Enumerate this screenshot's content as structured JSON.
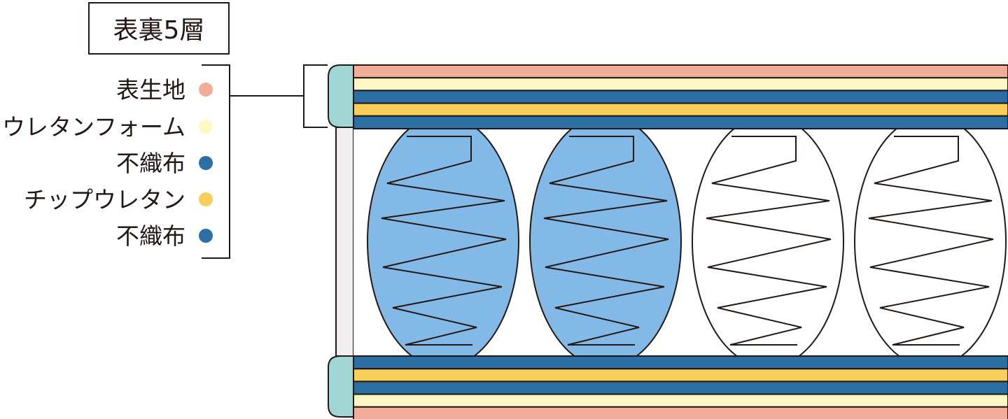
{
  "title": "表裏5層",
  "legend": [
    {
      "label": "表生地",
      "color": "#f2ad98"
    },
    {
      "label": "ウレタンフォーム",
      "color": "#fff8c4"
    },
    {
      "label": "不織布",
      "color": "#2a6ea3"
    },
    {
      "label": "チップウレタン",
      "color": "#f7cf58"
    },
    {
      "label": "不織布",
      "color": "#2a6ea3"
    }
  ],
  "colors": {
    "outline": "#231815",
    "border_tab": "#a0d6d3",
    "side_panel": "#efefef",
    "spring_highlight": "#83b9e6",
    "spring_plain": "#ffffff"
  },
  "springs": [
    {
      "fill": "highlight"
    },
    {
      "fill": "highlight"
    },
    {
      "fill": "plain"
    },
    {
      "fill": "plain"
    }
  ]
}
